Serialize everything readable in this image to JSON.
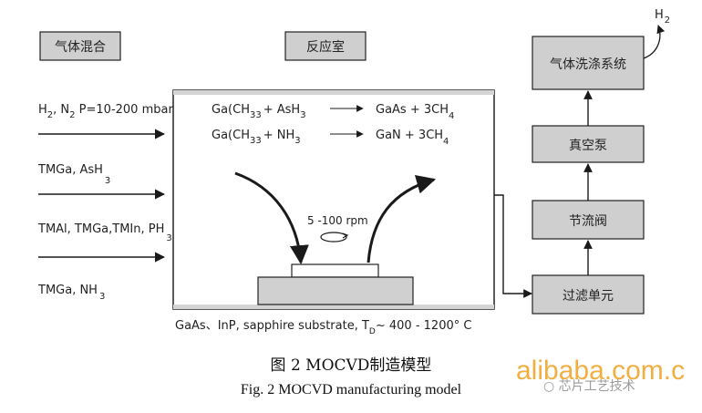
{
  "headers": {
    "gas_mixing": "气体混合",
    "reaction_chamber": "反应室"
  },
  "inputs": {
    "in1": {
      "main": "H",
      "sub1": "2",
      "mid": ", N",
      "sub2": "2",
      "tail": " P=10-200 mbar"
    },
    "in2": {
      "main": "TMGa, AsH",
      "sub1": "3"
    },
    "in3": {
      "main": "TMAl, TMGa,TMIn, PH",
      "sub1": "3"
    },
    "in4": {
      "main": "TMGa, NH",
      "sub1": "3"
    }
  },
  "reactions": {
    "r1": {
      "a": "Ga(CH",
      "s1": "3",
      "s2": "3",
      "b": "+ AsH",
      "s3": "3",
      "c": "GaAs + 3CH",
      "s4": "4"
    },
    "r2": {
      "a": "Ga(CH",
      "s1": "3",
      "s2": "3",
      "b": "+ NH",
      "s3": "3",
      "c": "GaN + 3CH",
      "s4": "4"
    }
  },
  "rotation_label": "5 -100 rpm",
  "substrate_label": {
    "text": "GaAs、InP, sapphire substrate, T",
    "sub": "D",
    "tail": "~ 400 - 1200° C"
  },
  "right_column": {
    "scrubber": "气体洗涤系统",
    "vacuum_pump": "真空泵",
    "throttle_valve": "节流阀",
    "filter_unit": "过滤单元",
    "exhaust": {
      "main": "H",
      "sub": "2"
    }
  },
  "caption_zh": "图 2   MOCVD制造模型",
  "caption_en": "Fig. 2    MOCVD manufacturing model",
  "watermark": "alibaba.com.c",
  "wechat_tag": "芯片工艺技术",
  "colors": {
    "box_fill": "#cfcfcf",
    "line": "#1a1a1a",
    "watermark": "#f0a020"
  }
}
